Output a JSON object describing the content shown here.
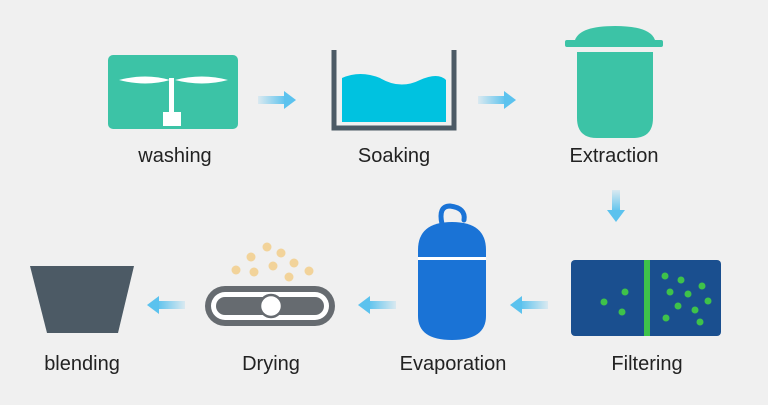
{
  "steps": [
    {
      "label": "washing"
    },
    {
      "label": "Soaking"
    },
    {
      "label": "Extraction"
    },
    {
      "label": "Filtering"
    },
    {
      "label": "Evaporation"
    },
    {
      "label": "Drying"
    },
    {
      "label": "blending"
    }
  ],
  "colors": {
    "background": "#f0f0f0",
    "teal": "#3cc3a6",
    "water": "#00c2e0",
    "blue": "#1a73d6",
    "navy": "#1a4f8f",
    "green": "#3ec24a",
    "gray": "#4c5a65",
    "dryer_gray": "#666b70",
    "beads": "#f2d39a",
    "arrow": "#5bc2ee"
  }
}
